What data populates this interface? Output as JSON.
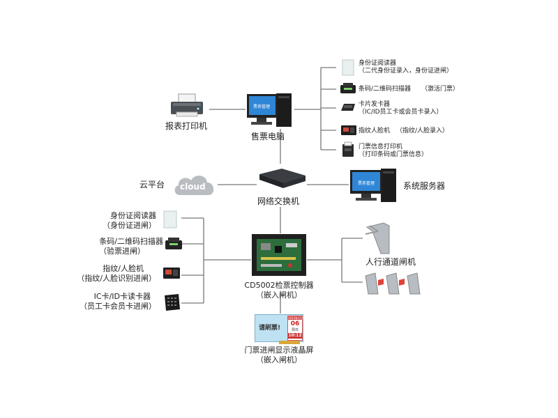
{
  "top": {
    "ticket_pc": "售票电脑",
    "report_printer": "报表打印机",
    "pc_screen_label": "票务管理",
    "devices": [
      {
        "name": "身份证阅读器",
        "desc": "（二代身份证录入，身份证进闸）"
      },
      {
        "name": "条码/二维码扫描器",
        "desc": "（激活门票）"
      },
      {
        "name": "卡片发卡器",
        "desc": "（IC/ID员工卡或会员卡录入）"
      },
      {
        "name": "指纹人脸机",
        "desc": "（指纹/人脸录入）"
      },
      {
        "name": "门票信息打印机",
        "desc": "（打印条码或门票信息）"
      }
    ]
  },
  "middle": {
    "cloud_platform": "云平台",
    "cloud_word": "cloud",
    "network_switch": "网络交换机",
    "system_server": "系统服务器",
    "server_screen_label": "票务管理"
  },
  "bottom": {
    "controller_line1": "CD5002检票控制器",
    "controller_line2": "（嵌入闸机）",
    "lcd_line1": "门票进闸显示液晶屏",
    "lcd_line2": "（嵌入闸机）",
    "lcd_screen": {
      "left_text": "请刷票!",
      "date_top": "2013年11月",
      "day": "06",
      "weekday": "周日",
      "time": "10:12"
    },
    "gate": "人行通道闸机",
    "left_devices": [
      {
        "line1": "身份证阅读器",
        "line2": "（身份证进闸）"
      },
      {
        "line1": "条码/二维码扫描器",
        "line2": "（验票进闸）"
      },
      {
        "line1": "指纹/人脸机",
        "line2": "（指纹/人脸识别进闸）"
      },
      {
        "line1": "IC卡/ID卡读卡器",
        "line2": "（员工卡会员卡进闸）"
      }
    ]
  }
}
